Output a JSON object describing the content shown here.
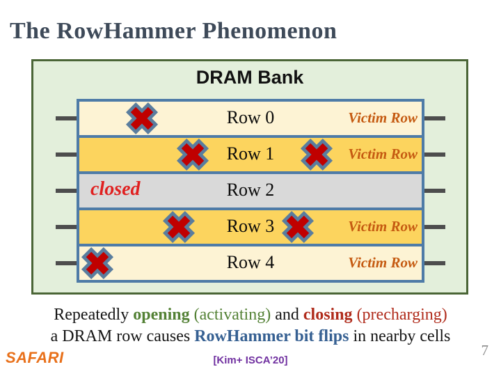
{
  "slide": {
    "title": "The RowHammer Phenomenon",
    "page_number": "7",
    "citation": "[Kim+ ISCA’20]",
    "logo_text": "SAFARI"
  },
  "diagram": {
    "title": "DRAM Bank",
    "rows": [
      {
        "label": "Row 0",
        "right_label": "Victim Row",
        "state": "victim"
      },
      {
        "label": "Row 1",
        "right_label": "Victim Row",
        "state": "victim"
      },
      {
        "label": "Row 2",
        "left_label": "closed",
        "state": "closed"
      },
      {
        "label": "Row 3",
        "right_label": "Victim Row",
        "state": "victim"
      },
      {
        "label": "Row 4",
        "right_label": "Victim Row",
        "state": "victim"
      }
    ]
  },
  "caption": {
    "repeatedly": "Repeatedly ",
    "opening": "opening",
    "activating": " (activating)",
    "and": " and ",
    "closing": "closing",
    "precharging": " (precharging)",
    "line2_pre": "a DRAM row causes ",
    "rowhammer": "RowHammer bit flips",
    "line2_post": " in nearby cells"
  },
  "colors": {
    "title_text": "#3e4a59",
    "bank_bg": "#e3efdb",
    "bank_border": "#4a6536",
    "row_border": "#4e7ba7",
    "row_open": "#fdf3d4",
    "row_gold": "#fcd45e",
    "row_closed": "#d9d9d9",
    "victim_text": "#c55a11",
    "closed_text": "#e02020",
    "x_mark": "#c00000",
    "x_outline": "#5a7d9e",
    "stub": "#4d4d4d",
    "caption_green": "#538135",
    "caption_red": "#b02b1b",
    "caption_blue": "#366092",
    "citation": "#7030a0",
    "logo": "#e8701a",
    "page_number": "#8a8a8a"
  }
}
